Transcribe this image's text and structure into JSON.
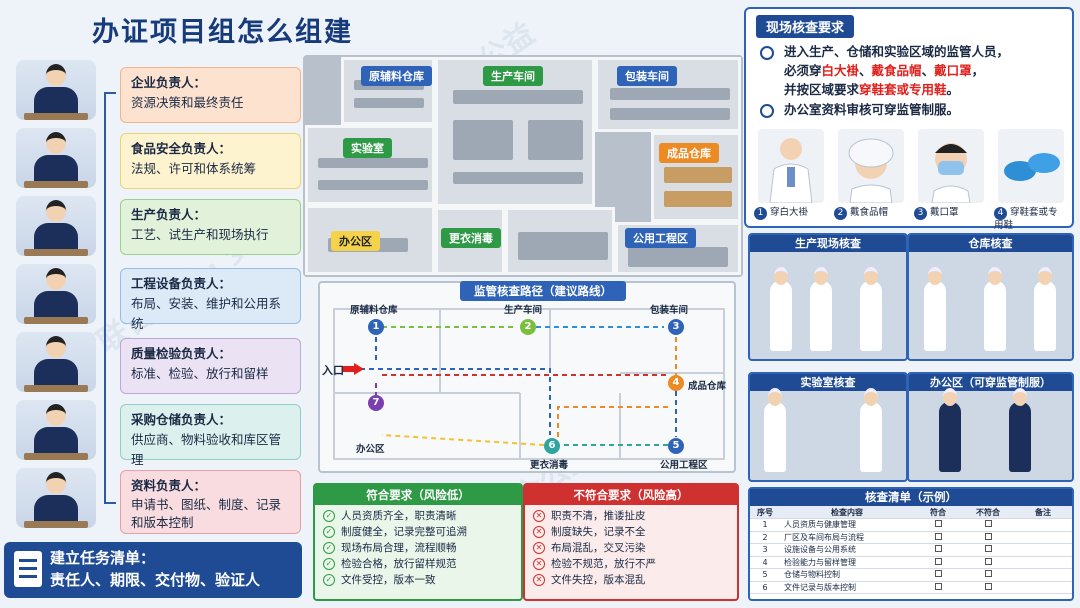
{
  "title": "办证项目组怎么组建",
  "roles": [
    {
      "name": "企业负责人：",
      "desc": "资源决策和最终责任",
      "bg": "#fde3cf",
      "border": "#f0b48a"
    },
    {
      "name": "食品安全负责人：",
      "desc": "法规、许可和体系统筹",
      "bg": "#fdf3cf",
      "border": "#ecd27a"
    },
    {
      "name": "生产负责人：",
      "desc": "工艺、试生产和现场执行",
      "bg": "#e1f1da",
      "border": "#9fcf8e"
    },
    {
      "name": "工程设备负责人：",
      "desc": "布局、安装、维护和公用系统",
      "bg": "#dceaf8",
      "border": "#98bde3"
    },
    {
      "name": "质量检验负责人：",
      "desc": "标准、检验、放行和留样",
      "bg": "#ebe2f4",
      "border": "#bea7d8"
    },
    {
      "name": "采购仓储负责人：",
      "desc": "供应商、物料验收和库区管理",
      "bg": "#dcf1ee",
      "border": "#8fd0c6"
    },
    {
      "name": "资料负责人：",
      "desc": "申请书、图纸、制度、记录和版本控制",
      "bg": "#f8dcdf",
      "border": "#e6a0a8"
    }
  ],
  "task_list": {
    "line1": "建立任务清单：",
    "line2": "责任人、期限、交付物、验证人"
  },
  "plan_rooms": {
    "raw": "原辅料仓库",
    "production": "生产车间",
    "packaging": "包装车间",
    "lab": "实验室",
    "finished": "成品仓库",
    "office": "办公区",
    "changing": "更衣消毒",
    "utility": "公用工程区"
  },
  "route": {
    "title": "监管核查路径（建议路线）",
    "entrance": "入口",
    "nodes": [
      {
        "num": "1",
        "label": "原辅料仓库"
      },
      {
        "num": "2",
        "label": "生产车间"
      },
      {
        "num": "3",
        "label": "包装车间"
      },
      {
        "num": "4",
        "label": "成品仓库"
      },
      {
        "num": "5",
        "label": "公用工程区"
      },
      {
        "num": "6",
        "label": "更衣消毒"
      },
      {
        "num": "7",
        "label": "办公区"
      }
    ]
  },
  "compliant": {
    "title": "符合要求（风险低）",
    "items": [
      "人员资质齐全，职责清晰",
      "制度健全，记录完整可追溯",
      "现场布局合理，流程顺畅",
      "检验合格，放行留样规范",
      "文件受控，版本一致"
    ]
  },
  "noncompliant": {
    "title": "不符合要求（风险高）",
    "items": [
      "职责不清，推诿扯皮",
      "制度缺失，记录不全",
      "布局混乱，交叉污染",
      "检验不规范，放行不严",
      "文件失控，版本混乱"
    ]
  },
  "onsite": {
    "title": "现场核查要求",
    "line1_a": "进入生产、仓储和实验区域的监管人员，",
    "line1_b": "必须穿",
    "red1": "白大褂",
    "sep1": "、",
    "red2": "戴食品帽",
    "sep2": "、",
    "red3": "戴口罩",
    "sep3": "，",
    "line1_c": "并按区域要求",
    "red4": "穿鞋套或专用鞋",
    "end": "。",
    "line2": "办公室资料审核可穿监管制服。",
    "gear": [
      {
        "num": "1",
        "label": "穿白大褂"
      },
      {
        "num": "2",
        "label": "戴食品帽"
      },
      {
        "num": "3",
        "label": "戴口罩"
      },
      {
        "num": "4",
        "label": "穿鞋套或专用鞋"
      }
    ]
  },
  "photos": [
    "生产现场核查",
    "仓库核查",
    "实验室核查",
    "办公区（可穿监管制服）"
  ],
  "checklist": {
    "title": "核查清单（示例）",
    "headers": [
      "序号",
      "检查内容",
      "符合",
      "不符合",
      "备注"
    ],
    "rows": [
      {
        "no": "1",
        "item": "人员资质与健康管理"
      },
      {
        "no": "2",
        "item": "厂区及车间布局与流程"
      },
      {
        "no": "3",
        "item": "设施设备与公用系统"
      },
      {
        "no": "4",
        "item": "检验能力与留样管理"
      },
      {
        "no": "5",
        "item": "仓储与物料控制"
      },
      {
        "no": "6",
        "item": "文件记录与版本控制"
      }
    ]
  },
  "colors": {
    "navy": "#1f4b95",
    "green": "#2f9a46",
    "red": "#cf3030",
    "orange": "#ec8a24",
    "purple": "#7b3fb0",
    "highlight_red": "#e0201c"
  }
}
